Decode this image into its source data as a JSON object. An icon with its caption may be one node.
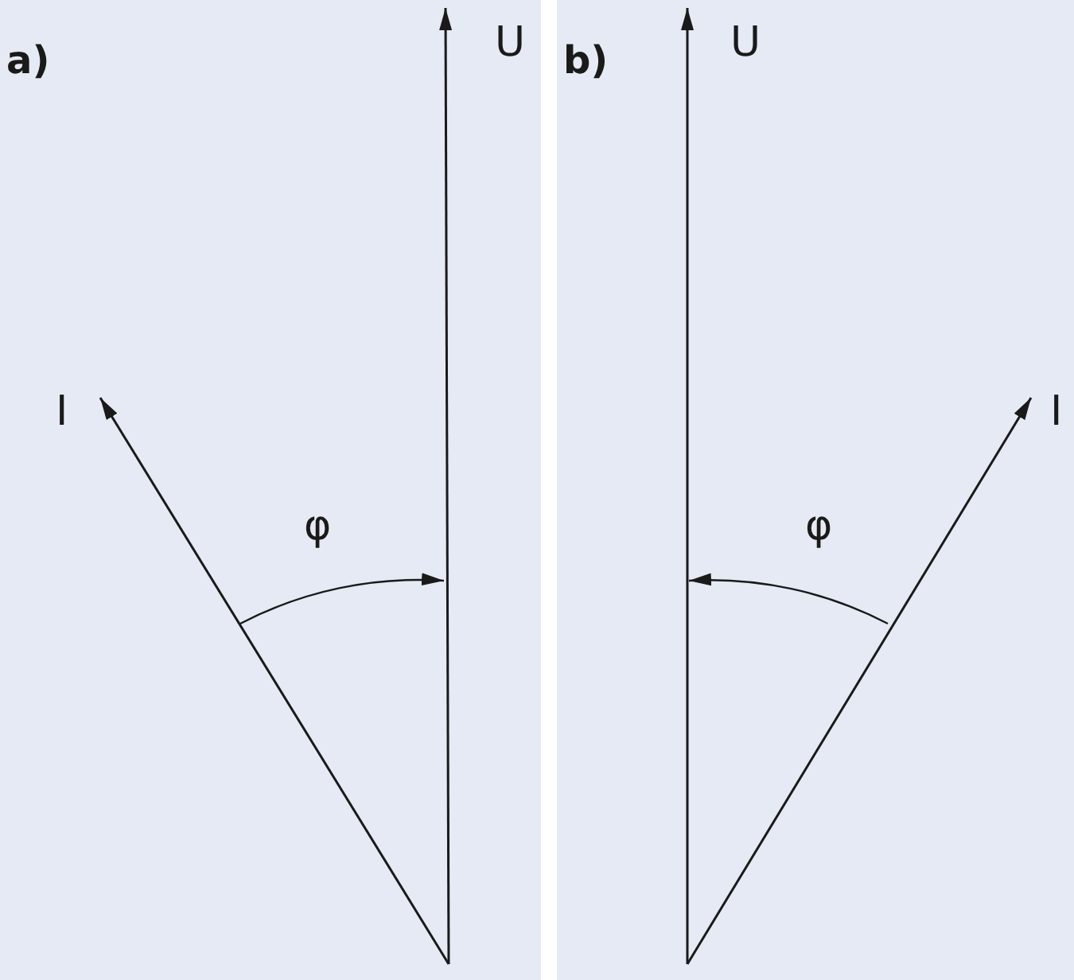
{
  "diagram": {
    "nodes": [
      {
        "text": [
          "a)"
        ]
      },
      {
        "text": [
          "b)"
        ]
      }
    ],
    "labels": [
      "U",
      "U",
      "I",
      "I",
      "φ",
      "φ"
    ]
  }
}
